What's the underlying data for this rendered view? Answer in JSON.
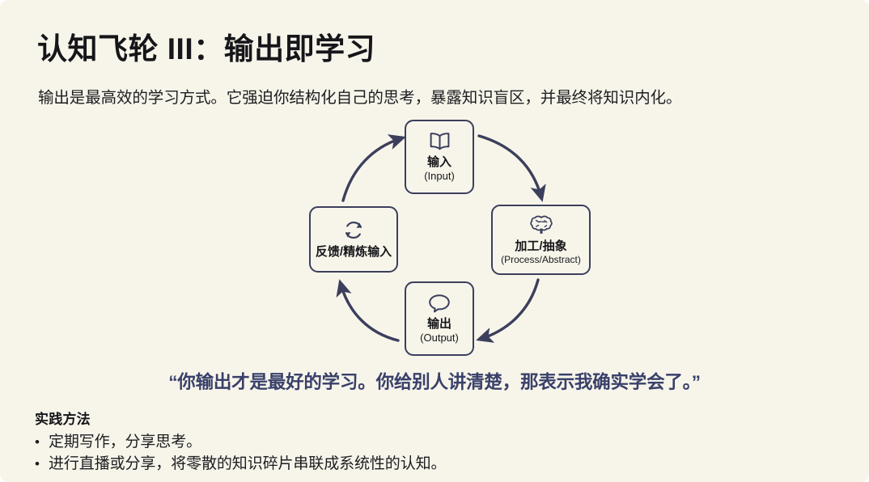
{
  "slide": {
    "background_color": "#f7f5ea",
    "title": "认知飞轮 III：输出即学习",
    "subtitle": "输出是最高效的学习方式。它强迫你结构化自己的思考，暴露知识盲区，并最终将知识内化。"
  },
  "diagram": {
    "accent_color": "#3b3f5c",
    "direction": "clockwise",
    "nodes": [
      {
        "id": "input",
        "icon": "open-book-icon",
        "label_zh": "输入",
        "label_en": "(Input)"
      },
      {
        "id": "process",
        "icon": "brain-icon",
        "label_zh": "加工/抽象",
        "label_en": "(Process/Abstract)"
      },
      {
        "id": "output",
        "icon": "speech-bubble-icon",
        "label_zh": "输出",
        "label_en": "(Output)"
      },
      {
        "id": "feedback",
        "icon": "refresh-cycle-icon",
        "label_zh": "反馈/精炼输入",
        "label_en": ""
      }
    ]
  },
  "quote": {
    "text": "“你输出才是最好的学习。你给别人讲清楚，那表示我确实学会了。”",
    "color": "#39406a"
  },
  "practice": {
    "heading": "实践方法",
    "bullet_marker": "•",
    "items": [
      "定期写作，分享思考。",
      "进行直播或分享，将零散的知识碎片串联成系统性的认知。"
    ]
  }
}
